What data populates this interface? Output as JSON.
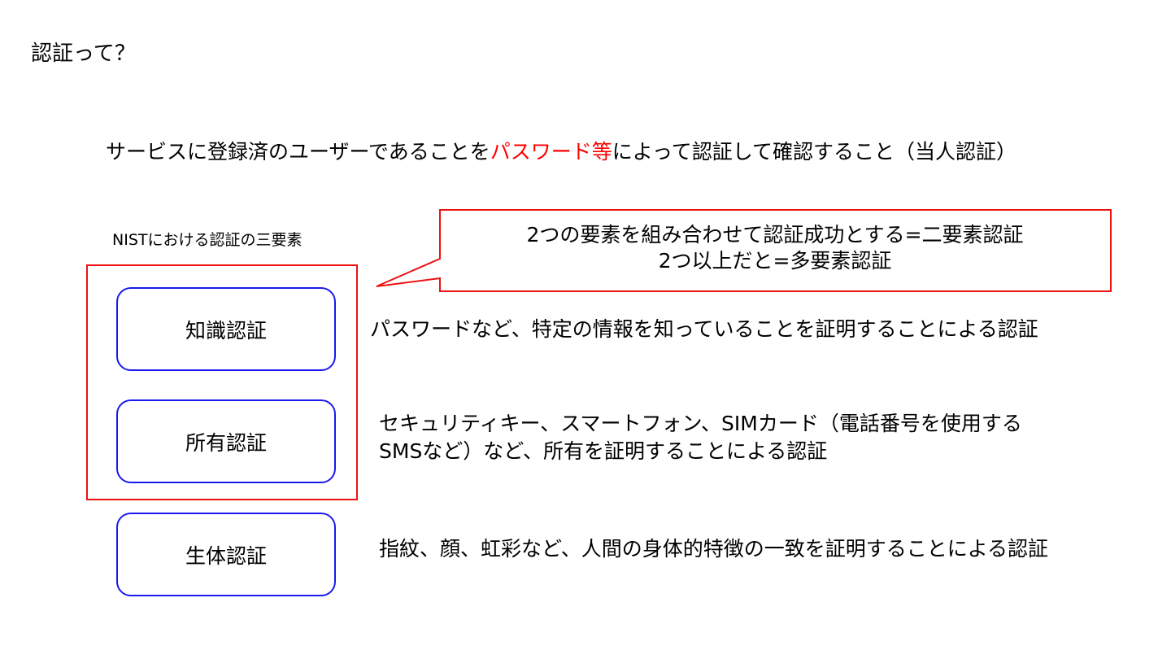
{
  "title": "認証って？",
  "definition": {
    "before": "サービスに登録済のユーザーであることを",
    "highlight": "パスワード等",
    "after": "によって認証して確認すること（当人認証）"
  },
  "group_label": "NISTにおける認証の三要素",
  "callout": {
    "line1": "2つの要素を組み合わせて認証成功とする=二要素認証",
    "line2": "2つ以上だと=多要素認証"
  },
  "factors": [
    {
      "label": "知識認証",
      "description": [
        "パスワードなど、特定の情報を知っていることを証明することによる認証"
      ]
    },
    {
      "label": "所有認証",
      "description": [
        "セキュリティキー、スマートフォン、SIMカード（電話番号を使用する",
        "SMSなど）など、所有を証明することによる認証"
      ]
    },
    {
      "label": "生体認証",
      "description": [
        "指紋、顔、虹彩など、人間の身体的特徴の一致を証明することによる認証"
      ]
    }
  ],
  "colors": {
    "highlight": "#ff0000",
    "frame": "#ee1111",
    "factor_border": "#1a1aee"
  }
}
